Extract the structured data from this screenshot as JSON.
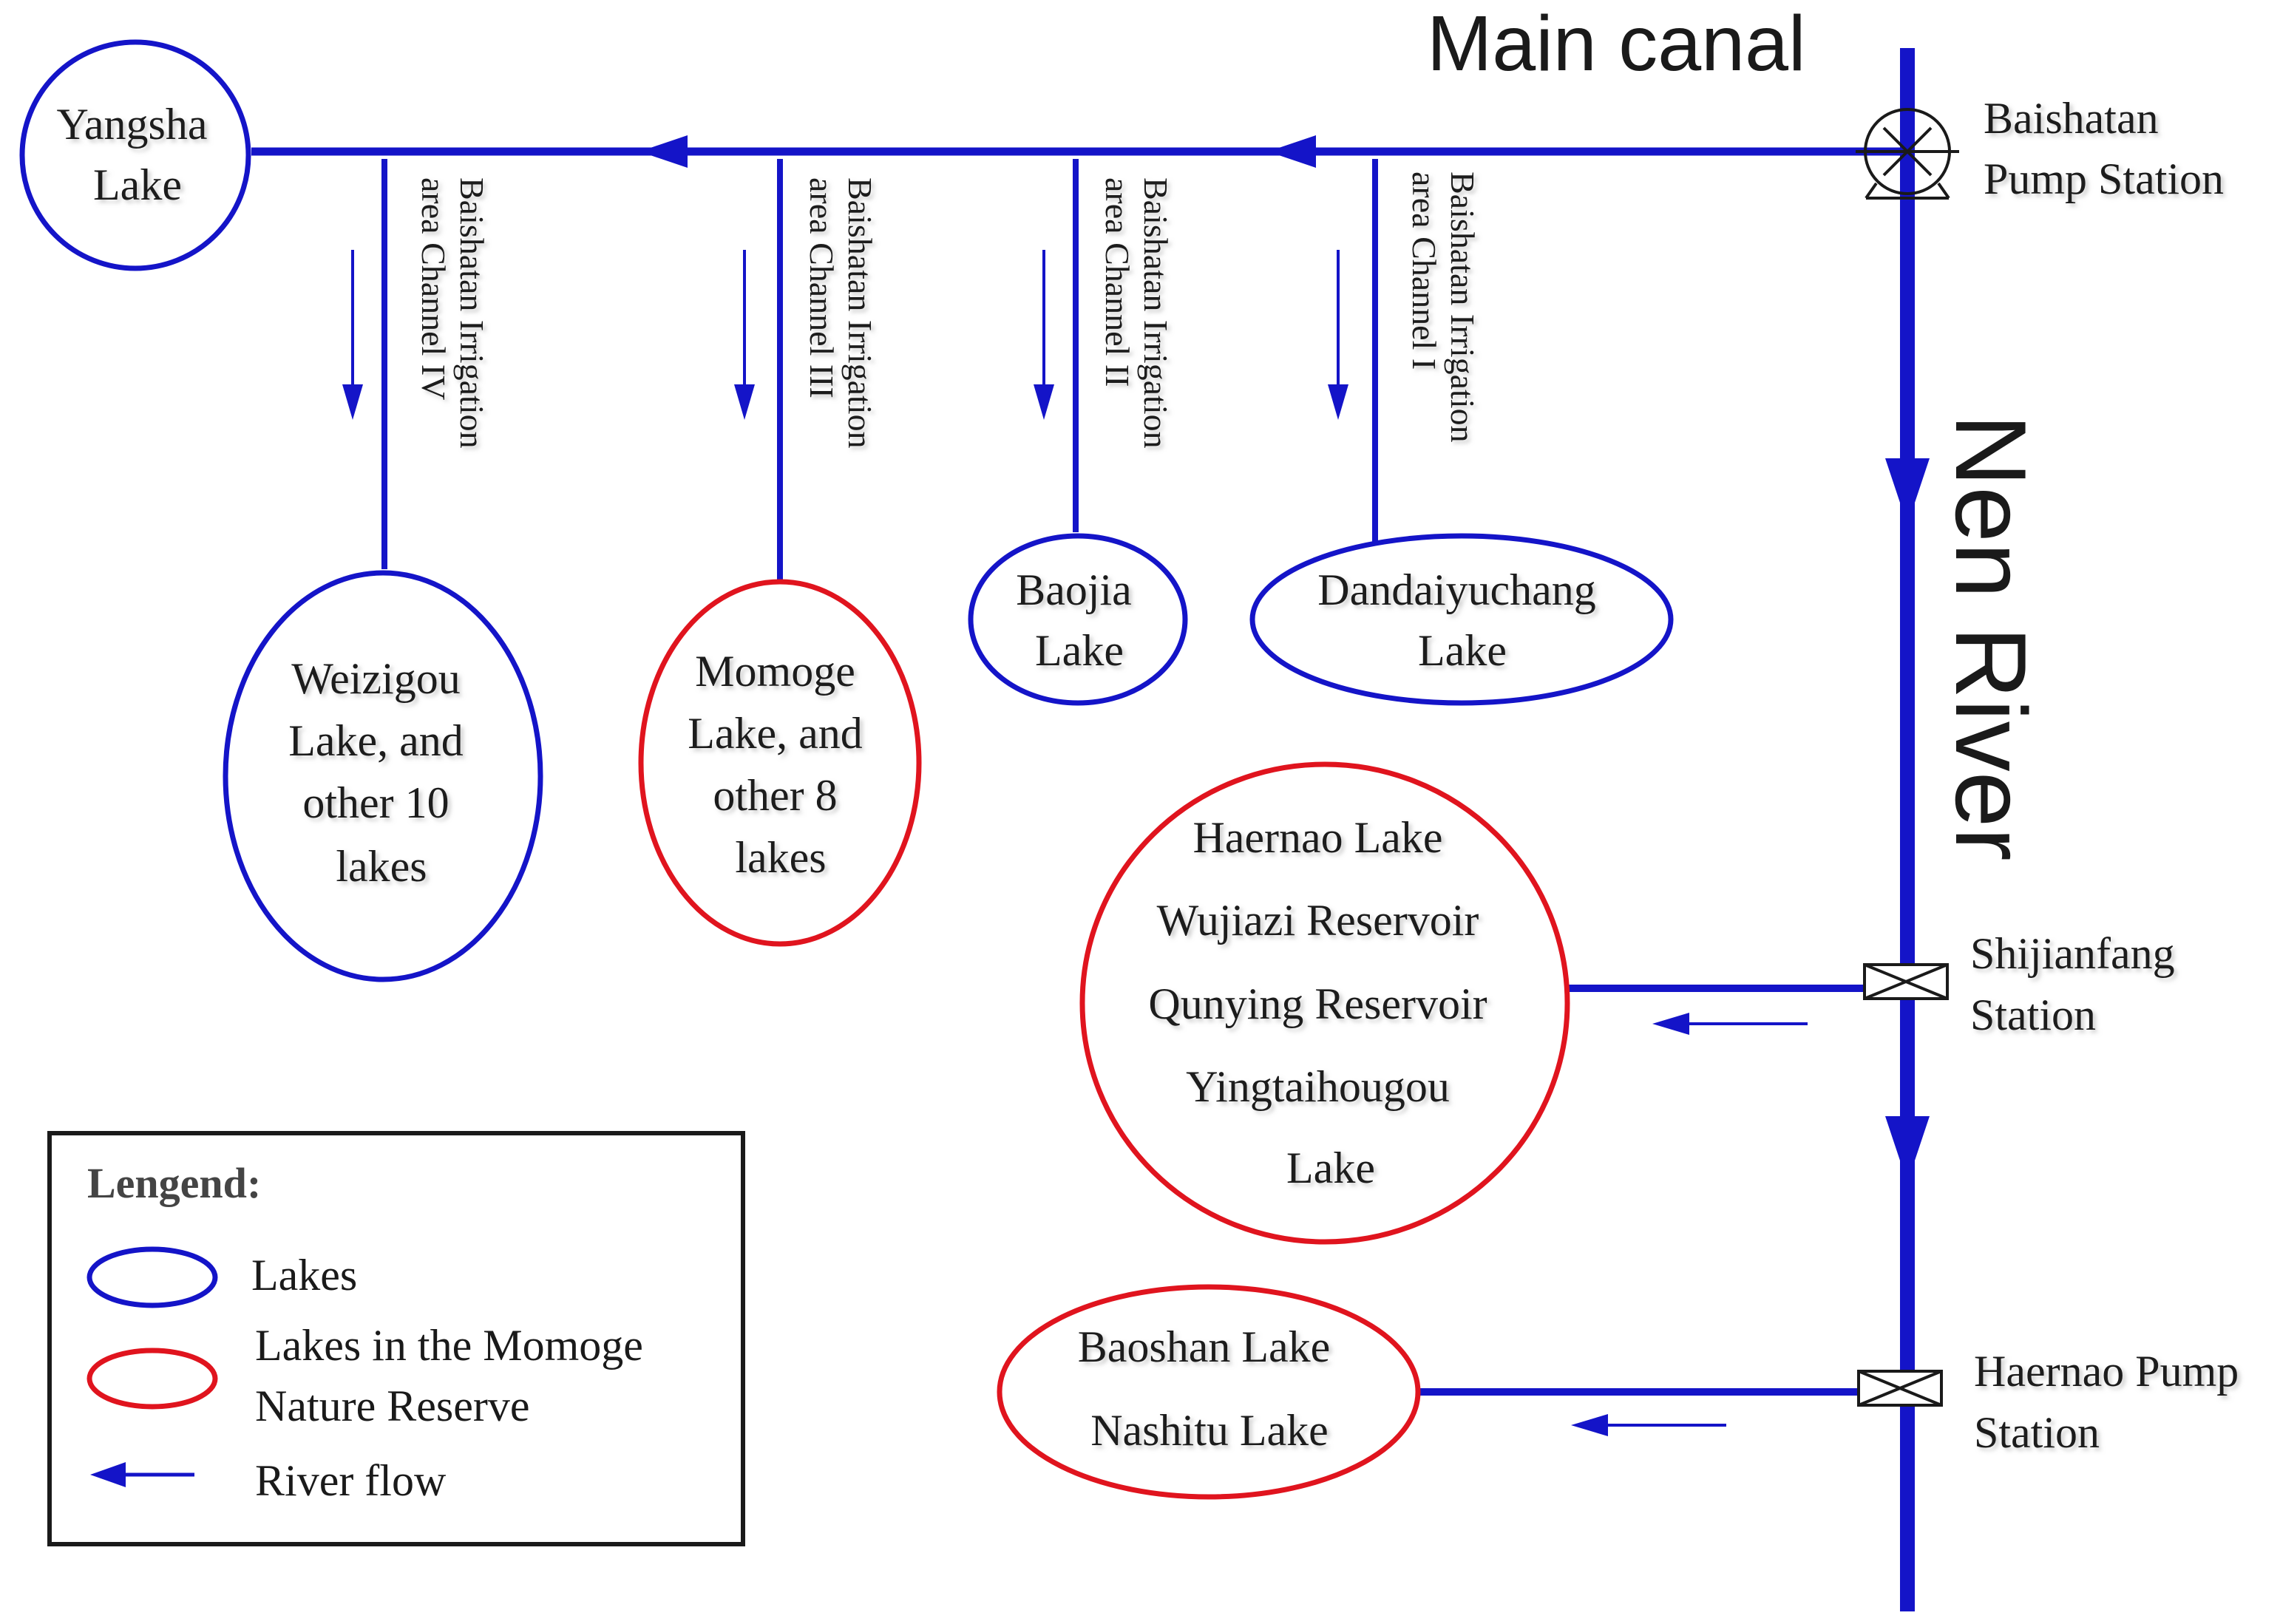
{
  "colors": {
    "blue": "#1414c8",
    "red": "#e0141e",
    "text": "#1a1a1a"
  },
  "main_canal": "Main canal",
  "nen_river": "Nen River",
  "stations": {
    "baishatan": [
      "Baishatan",
      "Pump Station"
    ],
    "shijianfang": [
      "Shijianfang",
      "Station"
    ],
    "haernao": [
      "Haernao Pump",
      "Station"
    ]
  },
  "channels": {
    "iv": [
      "Baishatan Irrigation",
      "area Channel IV"
    ],
    "iii": [
      "Baishatan Irrigation",
      "area Channel III"
    ],
    "ii": [
      "Baishatan Irrigation",
      "area Channel II"
    ],
    "i": [
      "Baishatan Irrigation",
      "area Channel I"
    ]
  },
  "lakes": {
    "yangsha": [
      "Yangsha",
      "Lake"
    ],
    "weizigou": [
      "Weizigou",
      "Lake, and",
      "other 10",
      "lakes"
    ],
    "momoge": [
      "Momoge",
      "Lake, and",
      "other 8",
      "lakes"
    ],
    "baojia": [
      "Baojia",
      "Lake"
    ],
    "dandaiyuchang": [
      "Dandaiyuchang",
      "Lake"
    ],
    "haernao_group": [
      "Haernao Lake",
      "Wujiazi Reservoir",
      "Qunying Reservoir",
      "Yingtaihougou",
      "Lake"
    ],
    "baoshan_group": [
      "Baoshan Lake",
      "Nashitu Lake"
    ]
  },
  "legend": {
    "title": "Lengend:",
    "lakes": "Lakes",
    "reserve": [
      "Lakes in the Momoge",
      "Nature Reserve"
    ],
    "flow": "River flow"
  }
}
